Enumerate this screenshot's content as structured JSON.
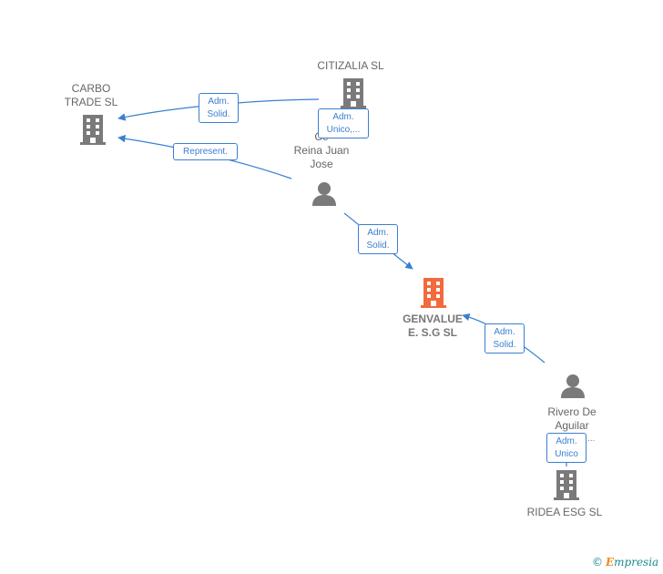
{
  "nodes": {
    "carbo": {
      "label_line1": "CARBO",
      "label_line2": "TRADE  SL",
      "kind": "company"
    },
    "citizalia": {
      "label": "CITIZALIA  SL",
      "kind": "company"
    },
    "cerezo": {
      "label_line1": "Ce",
      "label_line2": "Reina Juan",
      "label_line3": "Jose",
      "kind": "person"
    },
    "genvalue": {
      "label_line1": "GENVALUE",
      "label_line2": "E. S.G  SL",
      "kind": "company-main"
    },
    "rivero": {
      "label_line1": "Rivero De",
      "label_line2": "Aguilar",
      "kind": "person"
    },
    "ridea": {
      "label": "RIDEA ESG  SL",
      "kind": "company"
    }
  },
  "roles": {
    "citizalia_carbo": {
      "line1": "Adm.",
      "line2": "Solid."
    },
    "citizalia_role": {
      "line1": "Adm.",
      "line2": "Unico,..."
    },
    "cerezo_carbo": {
      "line1": "Represent."
    },
    "cerezo_genvalue": {
      "line1": "Adm.",
      "line2": "Solid."
    },
    "rivero_genvalue": {
      "line1": "Adm.",
      "line2": "Solid."
    },
    "rivero_ridea": {
      "line1": "Adm.",
      "line2": "Unico",
      "more": "..."
    }
  },
  "brand": {
    "symbol": "©",
    "first_letter": "E",
    "rest": "mpresia"
  },
  "colors": {
    "edge": "#3b7fd0",
    "icon_gray": "#7a7a7a",
    "icon_main": "#f26a3d"
  }
}
